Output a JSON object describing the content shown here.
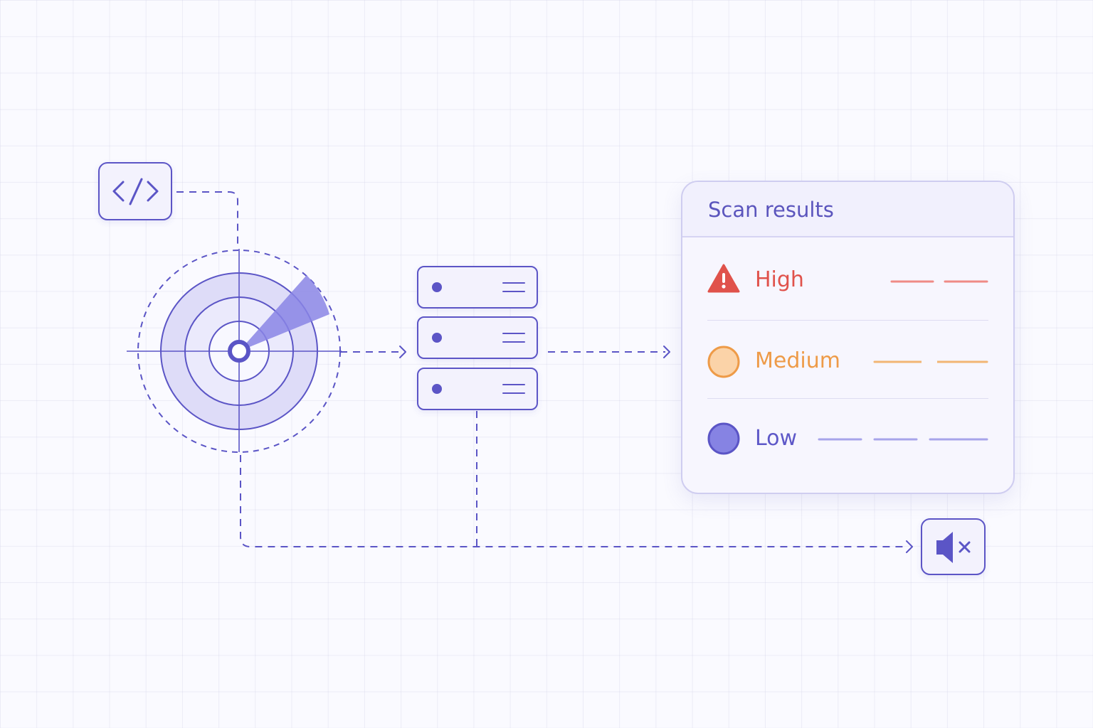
{
  "panel": {
    "title": "Scan results",
    "rows": [
      {
        "label": "High",
        "color": "#e0524b",
        "icon": "warning-triangle-icon"
      },
      {
        "label": "Medium",
        "color": "#ee9b48",
        "icon": "orange-circle-icon"
      },
      {
        "label": "Low",
        "color": "#5e58c8",
        "icon": "purple-circle-icon"
      }
    ]
  },
  "icons": {
    "code": "code-brackets-icon",
    "radar": "radar-icon",
    "server": "server-stack-icon",
    "mute": "speaker-mute-icon"
  },
  "colors": {
    "accent": "#5b55c6",
    "high": "#e0524b",
    "medium": "#ee9b48",
    "low": "#8683e3",
    "background": "#fafaff"
  }
}
